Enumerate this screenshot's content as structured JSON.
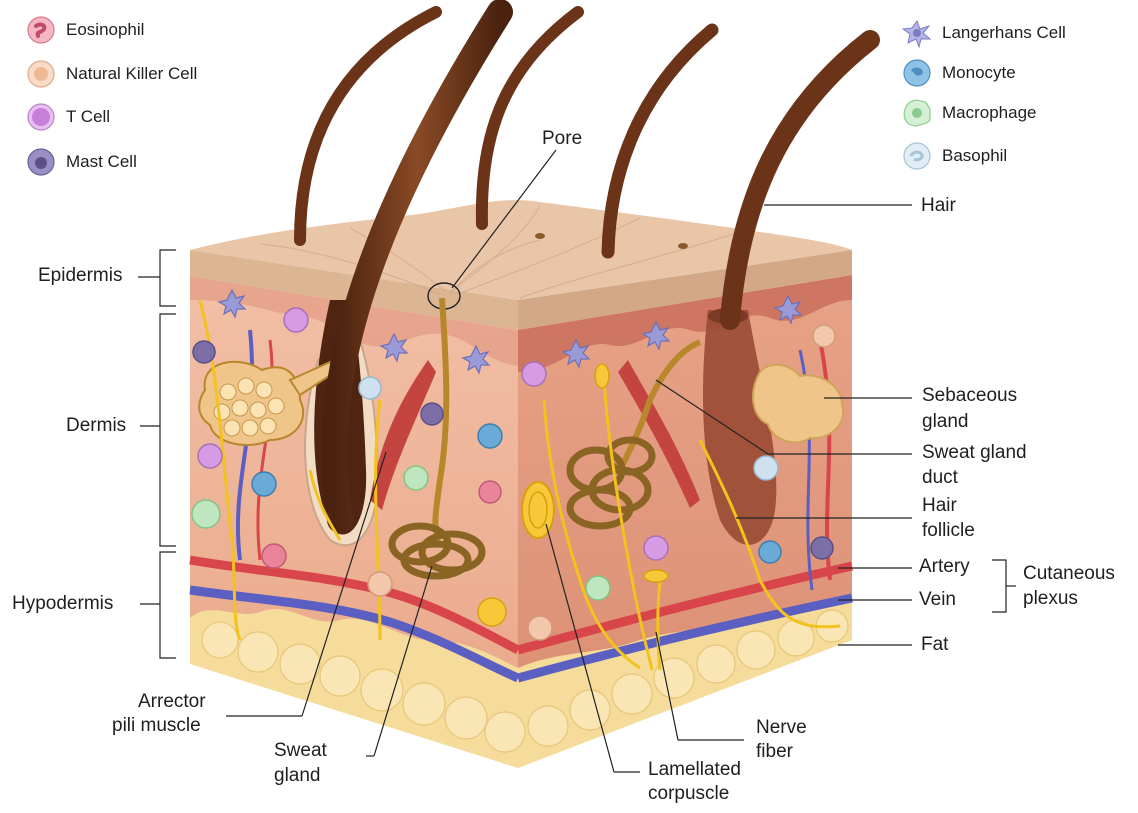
{
  "legend_left": [
    {
      "label": "Eosinophil",
      "icon": "eosinophil-icon",
      "color": "#e9849b"
    },
    {
      "label": "Natural Killer Cell",
      "icon": "natural-killer-cell-icon",
      "color": "#f3c7ab"
    },
    {
      "label": "T Cell",
      "icon": "t-cell-icon",
      "color": "#d79be4"
    },
    {
      "label": "Mast Cell",
      "icon": "mast-cell-icon",
      "color": "#7c6fa8"
    }
  ],
  "legend_right": [
    {
      "label": "Langerhans Cell",
      "icon": "langerhans-cell-icon",
      "color": "#9a9ad6"
    },
    {
      "label": "Monocyte",
      "icon": "monocyte-icon",
      "color": "#6aaad6"
    },
    {
      "label": "Macrophage",
      "icon": "macrophage-icon",
      "color": "#bfe6bf"
    },
    {
      "label": "Basophil",
      "icon": "basophil-icon",
      "color": "#cfe1ee"
    }
  ],
  "labels": {
    "pore": "Pore",
    "hair": "Hair",
    "epidermis": "Epidermis",
    "dermis": "Dermis",
    "hypodermis": "Hypodermis",
    "sebaceous_1": "Sebaceous",
    "sebaceous_2": "gland",
    "sweat_duct_1": "Sweat gland",
    "sweat_duct_2": "duct",
    "hair_follicle_1": "Hair",
    "hair_follicle_2": "follicle",
    "artery": "Artery",
    "vein": "Vein",
    "cutaneous_1": "Cutaneous",
    "cutaneous_2": "plexus",
    "fat": "Fat",
    "arrector_1": "Arrector",
    "arrector_2": "pili muscle",
    "sweat_gland_1": "Sweat",
    "sweat_gland_2": "gland",
    "lamellated_1": "Lamellated",
    "lamellated_2": "corpuscle",
    "nerve_1": "Nerve",
    "nerve_2": "fiber"
  },
  "colors": {
    "epidermis_top": "#e9c6a7",
    "epidermis_side": "#dcb592",
    "dermis_front": "#f0b79c",
    "dermis_right": "#e8a083",
    "fat": "#f6dc9a",
    "hair": "#6b3419",
    "artery": "#d8454b",
    "vein": "#5a5fc1",
    "nerve": "#f2c21e",
    "gland": "#b8862b",
    "muscle": "#c4453f"
  }
}
